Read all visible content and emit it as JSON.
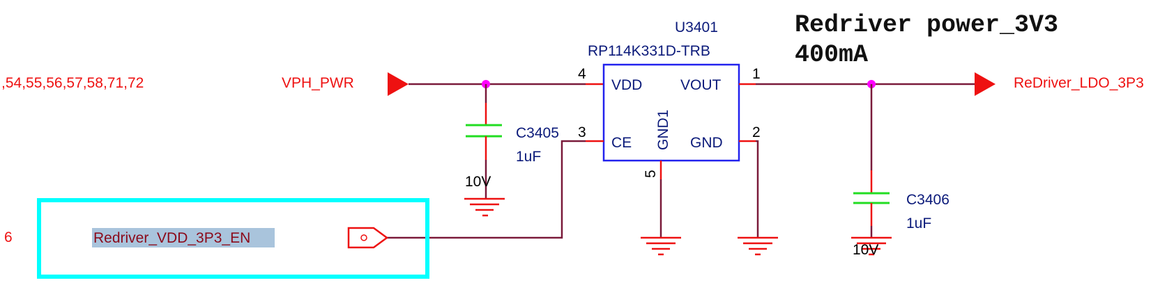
{
  "title": {
    "line1": "Redriver power_3V3",
    "line2": "400mA"
  },
  "left_page_ref": ",54,55,56,57,58,71,72",
  "left_page_ref2": "6",
  "nets": {
    "input": "VPH_PWR",
    "output": "ReDriver_LDO_3P3",
    "enable_port": "Redriver_VDD_3P3_EN"
  },
  "ic": {
    "refdes": "U3401",
    "part": "RP114K331D-TRB",
    "pins": [
      {
        "number": "4",
        "name": "VDD"
      },
      {
        "number": "1",
        "name": "VOUT"
      },
      {
        "number": "3",
        "name": "CE"
      },
      {
        "number": "2",
        "name": "GND"
      },
      {
        "number": "5",
        "name": "GND1"
      }
    ]
  },
  "capacitors": [
    {
      "refdes": "C3405",
      "value": "1uF",
      "voltage": "10V"
    },
    {
      "refdes": "C3406",
      "value": "1uF",
      "voltage": "10V"
    }
  ],
  "colors": {
    "net_label": "#ee1111",
    "wire": "#7a1a3a",
    "junction": "#ff00ff",
    "ic_outline": "#2222ee",
    "capacitor": "#22dd22",
    "selection_box": "#00ffff",
    "highlight": "#a9c4dc"
  }
}
